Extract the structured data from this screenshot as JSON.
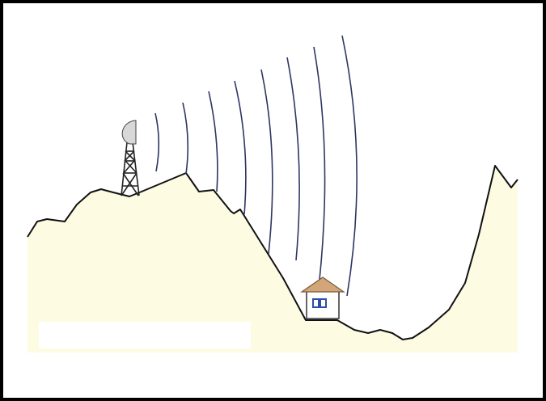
{
  "diagram": {
    "colors": {
      "frame": "#000000",
      "background": "#ffffff",
      "terrain_fill": "#fefbe3",
      "terrain_line": "#111111",
      "waves": "#2e3563",
      "tower": "#222222",
      "dish": "#d8d8d8",
      "roof": "#d2a679",
      "house_wall": "#ffffff",
      "windows": "#2b4fa8",
      "label_box": "#ffffff"
    },
    "elements": {
      "terrain": "hills-and-valley",
      "tower": "transmission-tower-with-dish",
      "house": "house-in-valley",
      "signal": "curved-radio-waves"
    },
    "label_box_text": ""
  }
}
